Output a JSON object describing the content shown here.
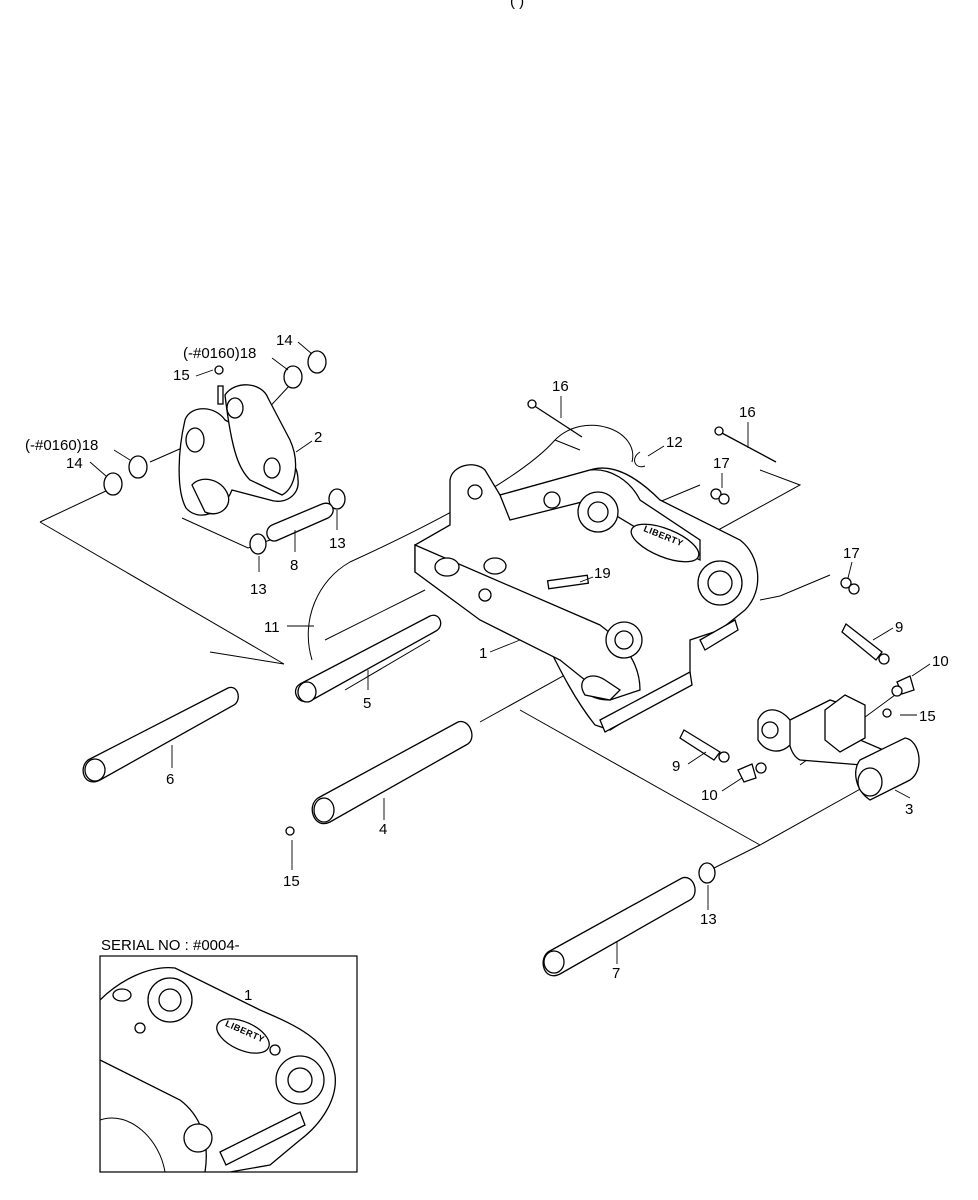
{
  "diagram": {
    "header_fragment": "(          )",
    "inset_title": "SERIAL NO : #0004-",
    "brand_text": "LIBERTY",
    "callouts": [
      {
        "id": "c-14-top",
        "text": "14"
      },
      {
        "id": "c-18-top",
        "text": "(-#0160)18"
      },
      {
        "id": "c-15-top",
        "text": "15"
      },
      {
        "id": "c-2",
        "text": "2"
      },
      {
        "id": "c-18-left",
        "text": "(-#0160)18"
      },
      {
        "id": "c-14-left",
        "text": "14"
      },
      {
        "id": "c-13-a",
        "text": "13"
      },
      {
        "id": "c-8",
        "text": "8"
      },
      {
        "id": "c-13-b",
        "text": "13"
      },
      {
        "id": "c-16-a",
        "text": "16"
      },
      {
        "id": "c-12",
        "text": "12"
      },
      {
        "id": "c-16-b",
        "text": "16"
      },
      {
        "id": "c-17-a",
        "text": "17"
      },
      {
        "id": "c-19",
        "text": "19"
      },
      {
        "id": "c-17-b",
        "text": "17"
      },
      {
        "id": "c-11",
        "text": "11"
      },
      {
        "id": "c-1",
        "text": "1"
      },
      {
        "id": "c-5",
        "text": "5"
      },
      {
        "id": "c-9-a",
        "text": "9"
      },
      {
        "id": "c-10-a",
        "text": "10"
      },
      {
        "id": "c-15-right",
        "text": "15"
      },
      {
        "id": "c-6",
        "text": "6"
      },
      {
        "id": "c-9-b",
        "text": "9"
      },
      {
        "id": "c-10-b",
        "text": "10"
      },
      {
        "id": "c-3",
        "text": "3"
      },
      {
        "id": "c-4",
        "text": "4"
      },
      {
        "id": "c-15-bottom",
        "text": "15"
      },
      {
        "id": "c-13-c",
        "text": "13"
      },
      {
        "id": "c-7",
        "text": "7"
      },
      {
        "id": "c-1-inset",
        "text": "1"
      }
    ]
  }
}
